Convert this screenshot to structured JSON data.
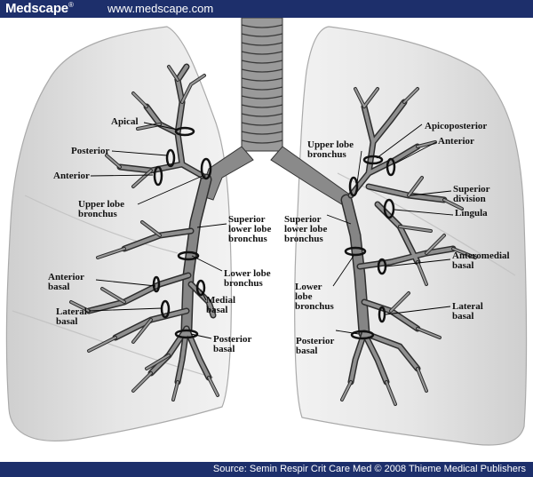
{
  "header": {
    "brand": "Medscape",
    "brand_mark": "®",
    "website": "www.medscape.com"
  },
  "footer": {
    "source": "Source: Semin Respir Crit Care Med © 2008 Thieme Medical Publishers"
  },
  "labels": {
    "apical": "Apical",
    "posterior": "Posterior",
    "anterior_left": "Anterior",
    "upper_lobe_bronchus_left": "Upper lobe\nbronchus",
    "superior_lower_lobe_bronchus_left": "Superior\nlower lobe\nbronchus",
    "lower_lobe_bronchus_left": "Lower lobe\nbronchus",
    "anterior_basal": "Anterior\nbasal",
    "lateral_basal_left": "Lateral\nbasal",
    "medial_basal": "Medial\nbasal",
    "posterior_basal_left": "Posterior\nbasal",
    "apicoposterior": "Apicoposterior",
    "anterior_right": "Anterior",
    "upper_lobe_bronchus_right": "Upper lobe\nbronchus",
    "superior_division": "Superior\ndivision",
    "lingula": "Lingula",
    "superior_lower_lobe_bronchus_right": "Superior\nlower lobe\nbronchus",
    "anteromedial_basal": "Anteromedial\nbasal",
    "lower_lobe_bronchus_right": "Lower\nlobe\nbronchus",
    "lateral_basal_right": "Lateral\nbasal",
    "posterior_basal_right": "Posterior\nbasal"
  }
}
